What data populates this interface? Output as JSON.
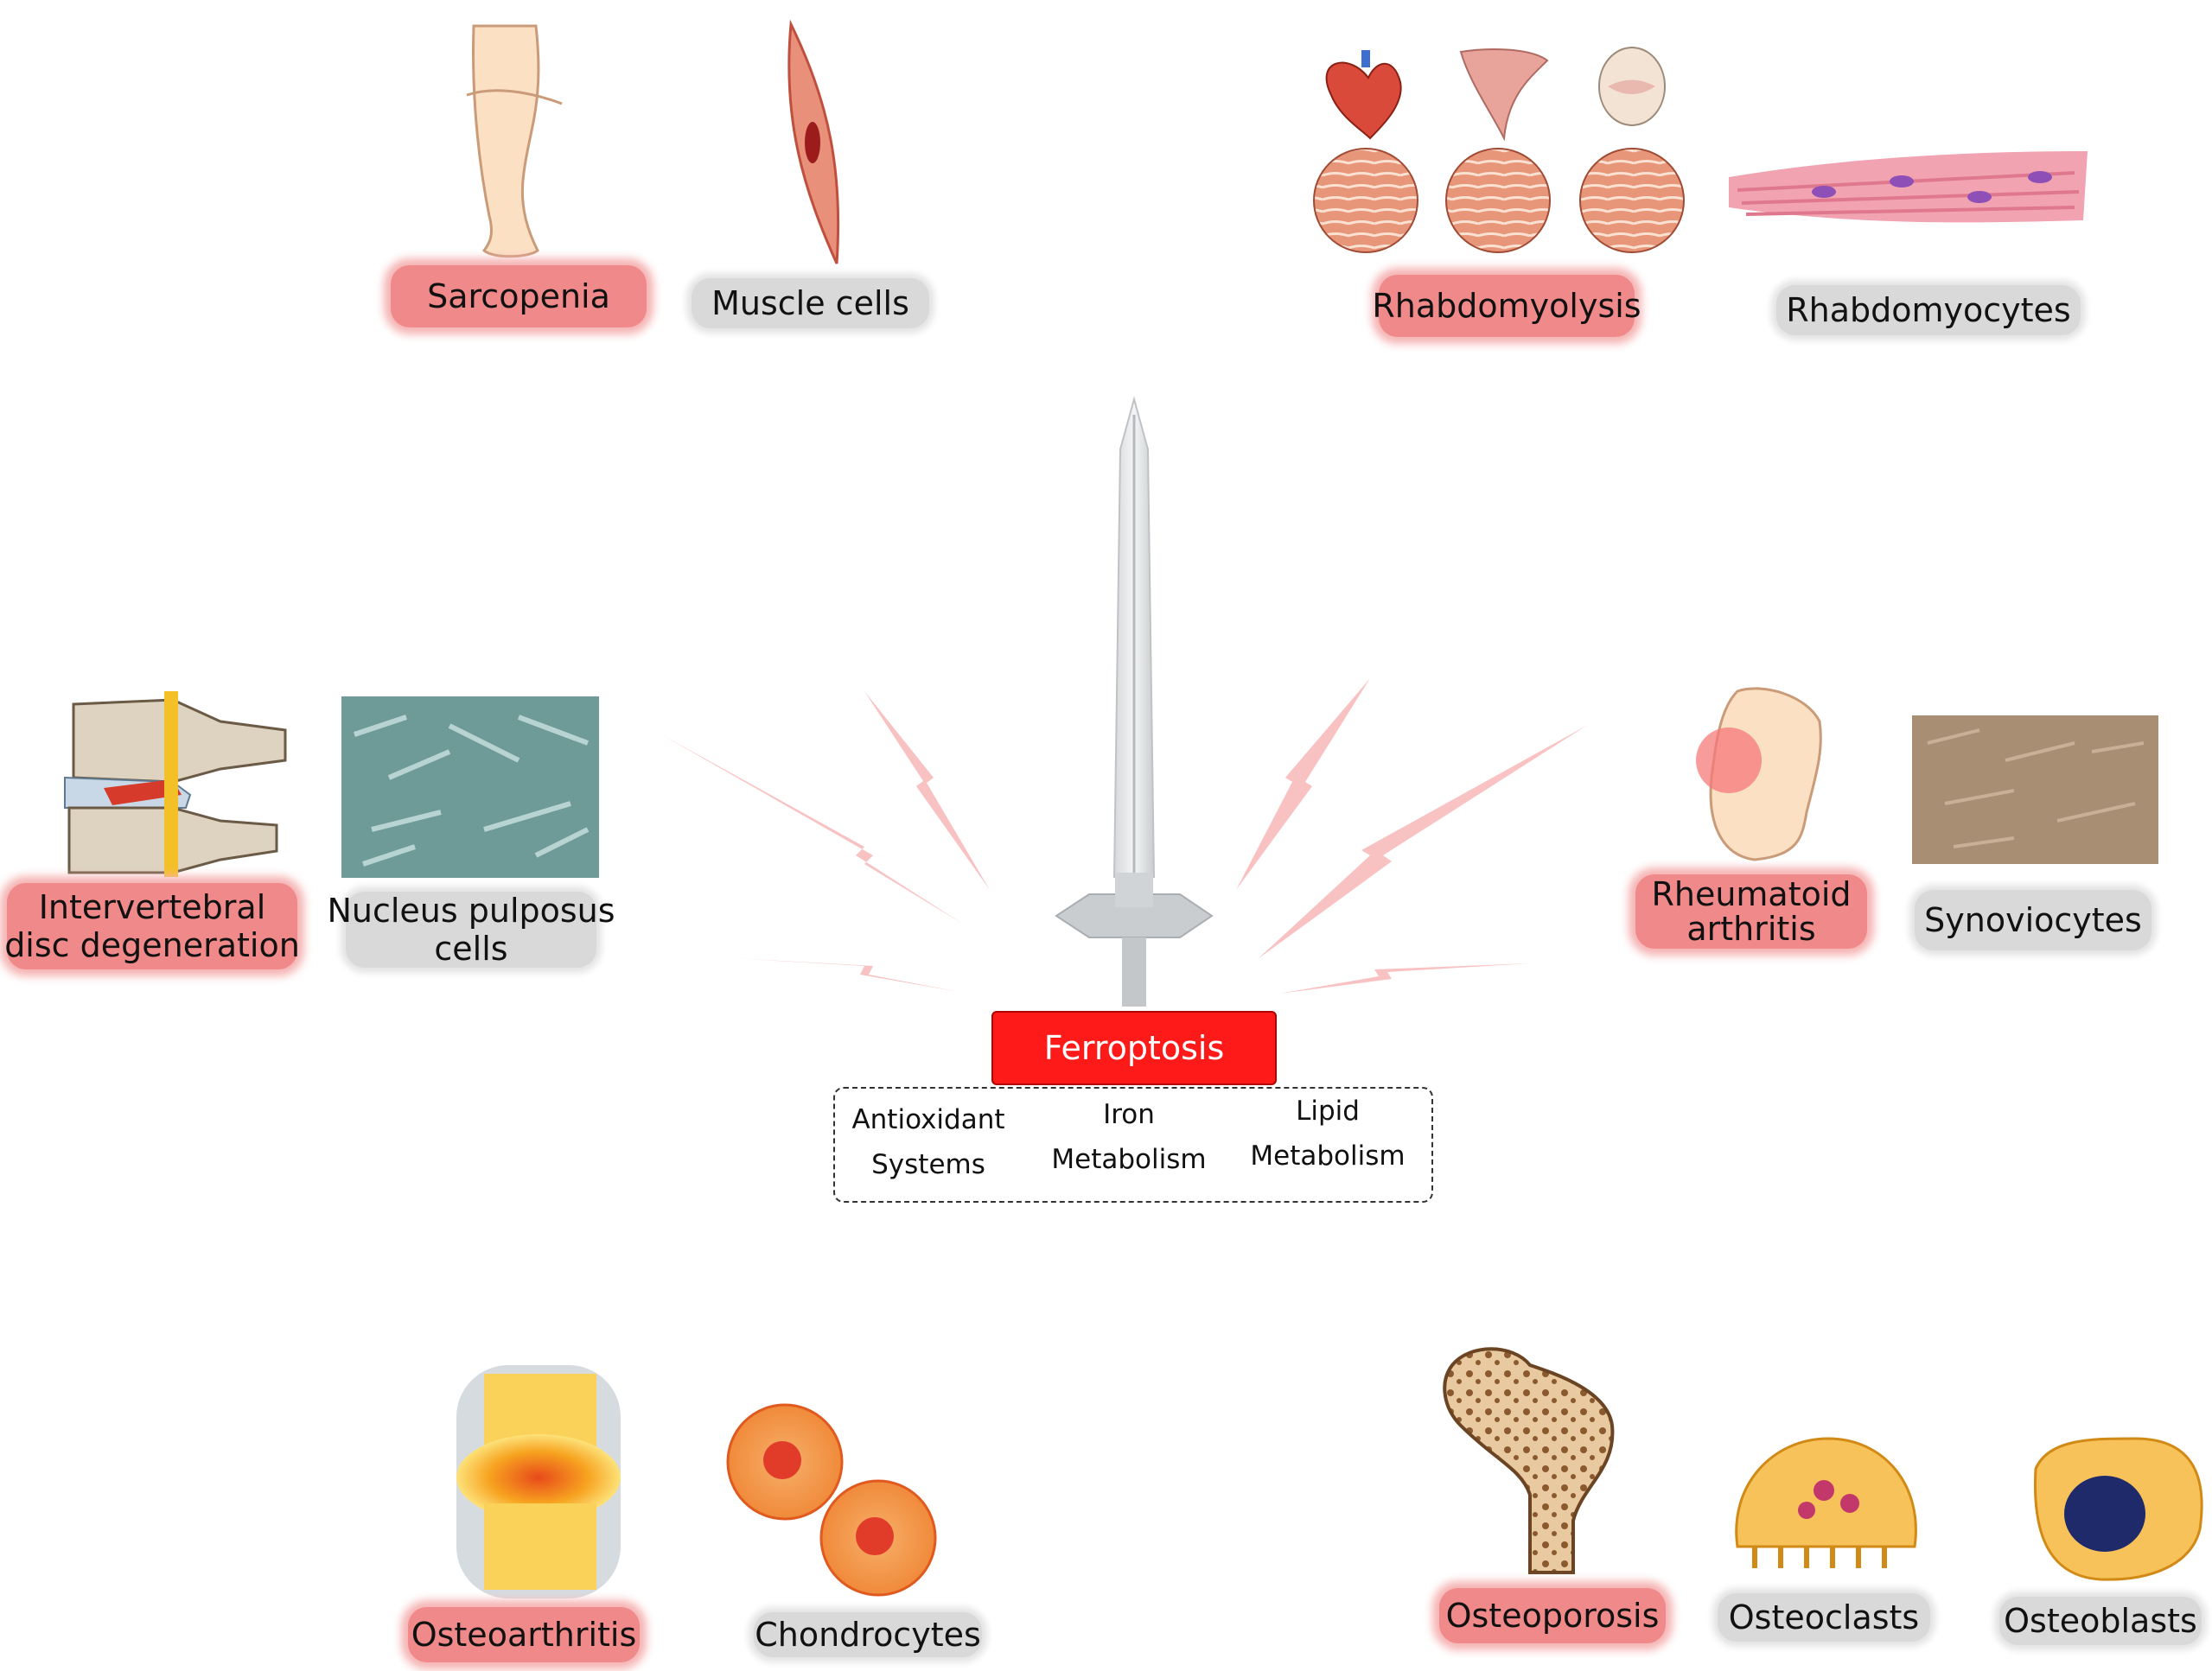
{
  "diseases": {
    "sarcopenia": "Sarcopenia",
    "rhabdomyolysis": "Rhabdomyolysis",
    "ivdd_line1": "Intervertebral",
    "ivdd_line2": "disc degeneration",
    "ra_line1": "Rheumatoid",
    "ra_line2": "arthritis",
    "osteoarthritis": "Osteoarthritis",
    "osteoporosis": "Osteoporosis"
  },
  "cells": {
    "muscle": "Muscle cells",
    "rhabdomyocytes": "Rhabdomyocytes",
    "np_line1": "Nucleus pulposus",
    "np_line2": "cells",
    "synoviocytes": "Synoviocytes",
    "chondrocytes": "Chondrocytes",
    "osteoclasts": "Osteoclasts",
    "osteoblasts": "Osteoblasts"
  },
  "center": {
    "title": "Ferroptosis",
    "mechanisms": [
      {
        "line1": "Antioxidant",
        "line2": "Systems"
      },
      {
        "line1": "Iron",
        "line2": "Metabolism"
      },
      {
        "line1": "Lipid",
        "line2": "Metabolism"
      }
    ]
  },
  "colors": {
    "disease_fill": "#f08a8a",
    "cell_fill": "#d9d9d9",
    "ferroptosis_fill": "#ff1a1a"
  }
}
